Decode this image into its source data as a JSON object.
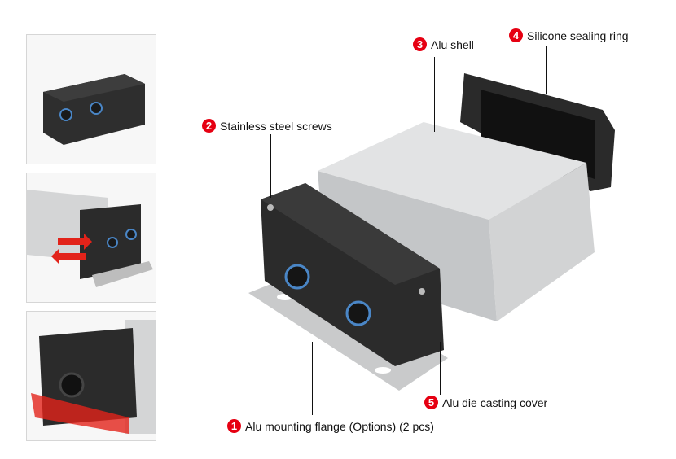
{
  "callouts": [
    {
      "number": "1",
      "label": "Alu mounting flange (Options) (2 pcs)"
    },
    {
      "number": "2",
      "label": "Stainless steel screws"
    },
    {
      "number": "3",
      "label": "Alu shell"
    },
    {
      "number": "4",
      "label": "Silicone sealing ring"
    },
    {
      "number": "5",
      "label": "Alu die casting cover"
    }
  ],
  "colors": {
    "badge": "#e60012",
    "shell": "#d9dadb",
    "cover": "#2b2b2b"
  }
}
